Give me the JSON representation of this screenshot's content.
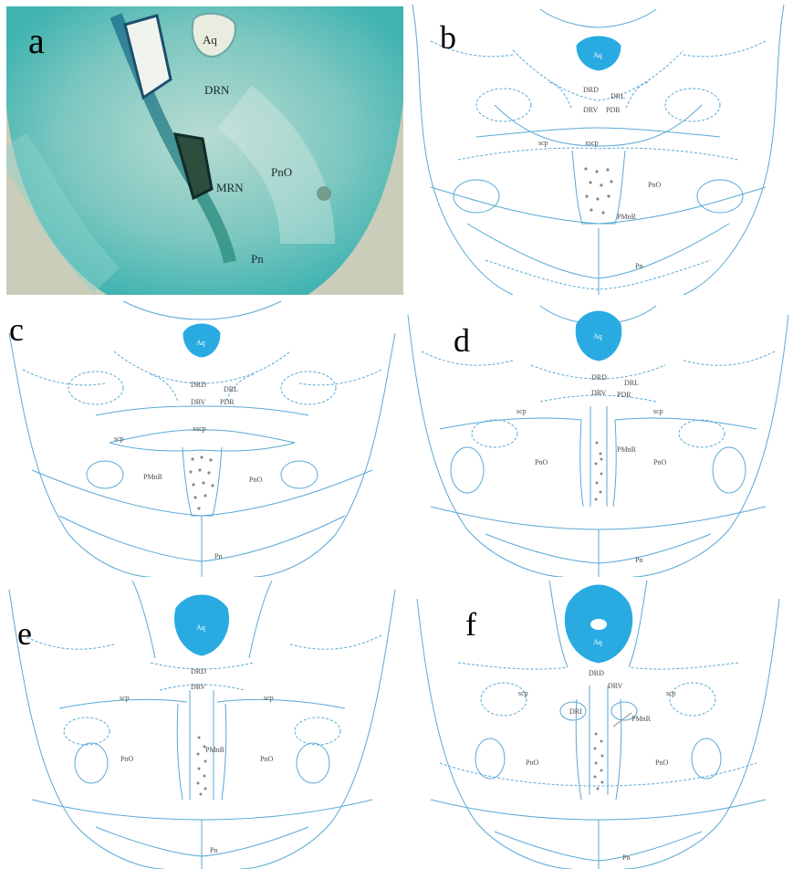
{
  "panels": {
    "a": {
      "letter": "a",
      "labels": {
        "aq": "Aq",
        "drn": "DRN",
        "mrn": "MRN",
        "pno": "PnO",
        "pn": "Pn"
      }
    },
    "b": {
      "letter": "b",
      "labels": {
        "aq": "Aq",
        "drd": "DRD",
        "drl": "DRL",
        "drv": "DRV",
        "pdr": "PDR",
        "scp": "scp",
        "xscp": "xscp",
        "pno": "PnO",
        "pmnr": "PMnR",
        "pn": "Pn"
      }
    },
    "c": {
      "letter": "c",
      "labels": {
        "aq": "Aq",
        "drd": "DRD",
        "drl": "DRL",
        "drv": "DRV",
        "pdr": "PDR",
        "scp": "scp",
        "xscp": "xscp",
        "pmnr": "PMnR",
        "pno": "PnO",
        "pn": "Pn"
      }
    },
    "d": {
      "letter": "d",
      "labels": {
        "aq": "Aq",
        "drd": "DRD",
        "drl": "DRL",
        "drv": "DRV",
        "pdr": "PDR",
        "scp_left": "scp",
        "scp_right": "scp",
        "pmnr": "PMnR",
        "pno_left": "PnO",
        "pno_right": "PnO",
        "pn": "Pn"
      }
    },
    "e": {
      "letter": "e",
      "labels": {
        "aq": "Aq",
        "drd": "DRD",
        "drv": "DRV",
        "scp_left": "scp",
        "scp_right": "scp",
        "pmnr": "PMnR",
        "pno_left": "PnO",
        "pno_right": "PnO",
        "pn": "Pn"
      }
    },
    "f": {
      "letter": "f",
      "labels": {
        "aq": "Aq",
        "drd": "DRD",
        "drv": "DRV",
        "dri": "DRI",
        "scp_left": "scp",
        "scp_right": "scp",
        "pmnr": "PMnR",
        "pno_left": "PnO",
        "pno_right": "PnO",
        "pn": "Pn"
      }
    }
  },
  "colors": {
    "outline": "#5aa9d6",
    "aqueduct": "#29abe2",
    "stain": "#3fb3b0",
    "photo_bg": "#c9cdb9"
  }
}
